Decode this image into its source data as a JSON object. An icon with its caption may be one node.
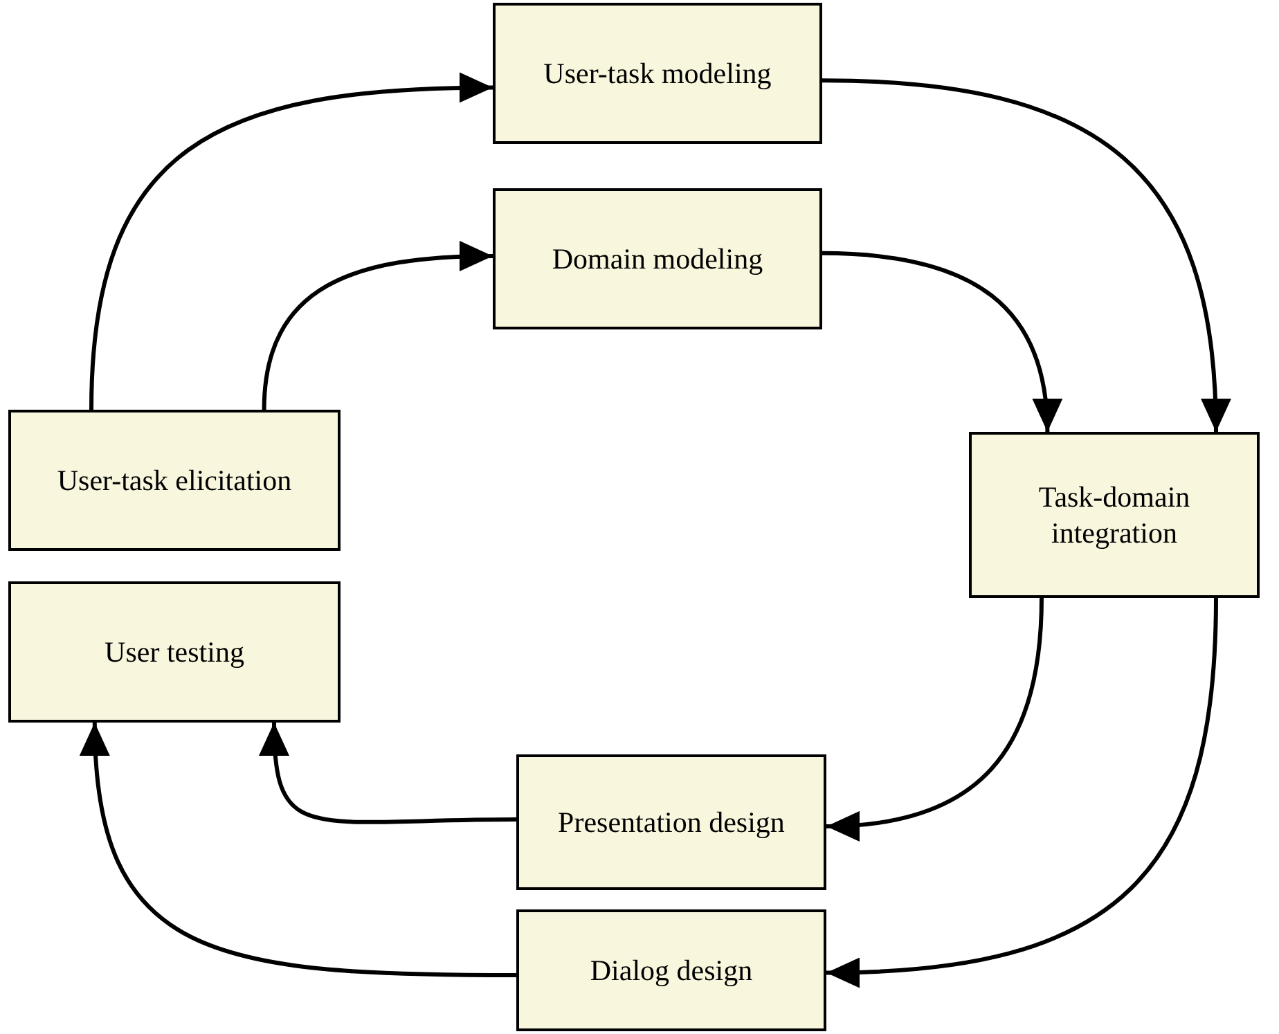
{
  "diagram": {
    "nodes": [
      {
        "text": [
          "User-task modeling"
        ]
      },
      {
        "text": [
          "Domain modeling"
        ]
      },
      {
        "text": [
          "User-task elicitation"
        ]
      },
      {
        "text": [
          "Task-domain integration"
        ]
      },
      {
        "text": [
          "User testing"
        ]
      },
      {
        "text": [
          "Presentation design"
        ]
      },
      {
        "text": [
          "Dialog design"
        ]
      }
    ],
    "edges": [
      {
        "from": 2,
        "to": 0,
        "arrow": "to"
      },
      {
        "from": 2,
        "to": 1,
        "arrow": "to"
      },
      {
        "from": 0,
        "to": 3,
        "arrow": "to"
      },
      {
        "from": 1,
        "to": 3,
        "arrow": "to"
      },
      {
        "from": 3,
        "to": 5,
        "arrow": "to"
      },
      {
        "from": 3,
        "to": 6,
        "arrow": "to"
      },
      {
        "from": 5,
        "to": 4,
        "arrow": "to"
      },
      {
        "from": 6,
        "to": 4,
        "arrow": "to"
      }
    ]
  }
}
